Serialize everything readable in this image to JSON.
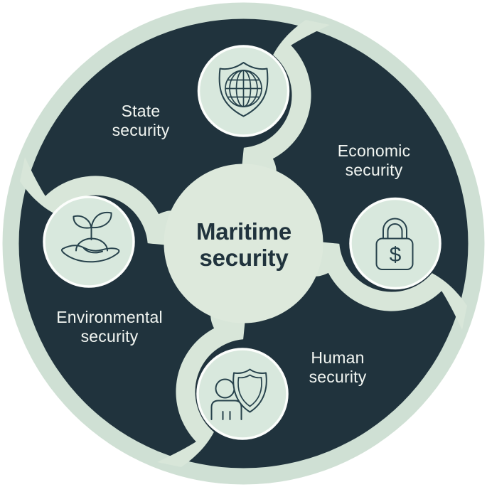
{
  "diagram_title": {
    "line1": "Maritime",
    "line2": "security"
  },
  "sections": [
    {
      "key": "state",
      "icon": "globe-shield-icon",
      "line1": "State",
      "line2": "security"
    },
    {
      "key": "economic",
      "icon": "dollar-padlock-icon",
      "line1": "Economic",
      "line2": "security",
      "symbol": "$"
    },
    {
      "key": "environmental",
      "icon": "plant-in-hand-icon",
      "line1": "Environmental",
      "line2": "security"
    },
    {
      "key": "human",
      "icon": "person-shield-icon",
      "line1": "Human",
      "line2": "security"
    }
  ],
  "colors": {
    "page_bg": "#ffffff",
    "outer_ring_mint": "#cfe0d4",
    "segment_dark": "#20333d",
    "channel_mint": "#d8e6d9",
    "center_mint": "#dde9dc",
    "icon_circle_mint": "#d8e8dd",
    "icon_circle_border": "#fcfefc",
    "icon_line": "#27424c",
    "label_text": "#f2f6f2",
    "title_text": "#20333d"
  }
}
